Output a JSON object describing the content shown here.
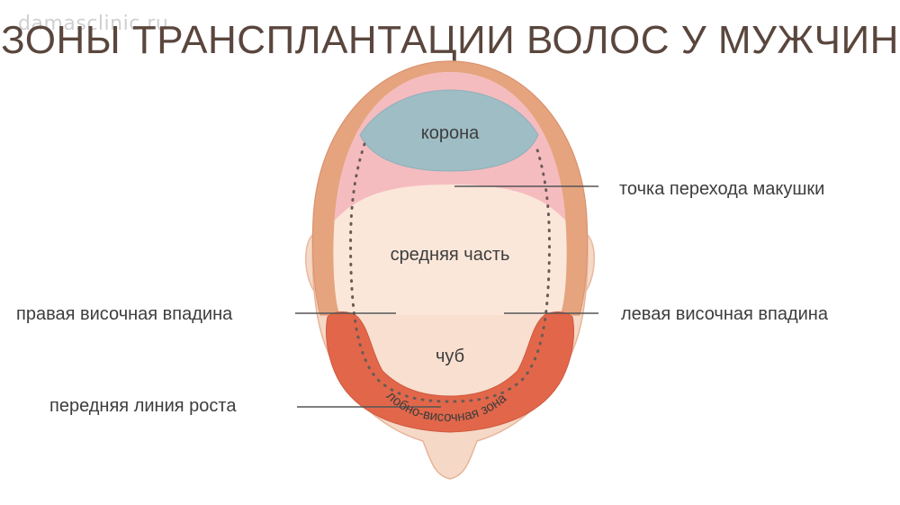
{
  "watermark": "damasclinic.ru",
  "title": "ЗОНЫ ТРАНСПЛАНТАЦИИ ВОЛОС У МУЖЧИН",
  "zones": {
    "crown": "корона",
    "middle": "средняя часть",
    "forelock": "чуб",
    "frontotemporal": "лобно-височная зона"
  },
  "callouts": {
    "vertex_transition": "точка перехода макушки",
    "right_temporal_recess": "правая височная впадина",
    "left_temporal_recess": "левая височная впадина",
    "front_hairline": "передняя линия роста"
  },
  "colors": {
    "skin": "#f6d8c6",
    "skin_light": "#fbe7da",
    "rim": "#e5a47e",
    "crown": "#9fbdc4",
    "transition": "#f5bcc0",
    "frontotemporal": "#e2674a"
  }
}
